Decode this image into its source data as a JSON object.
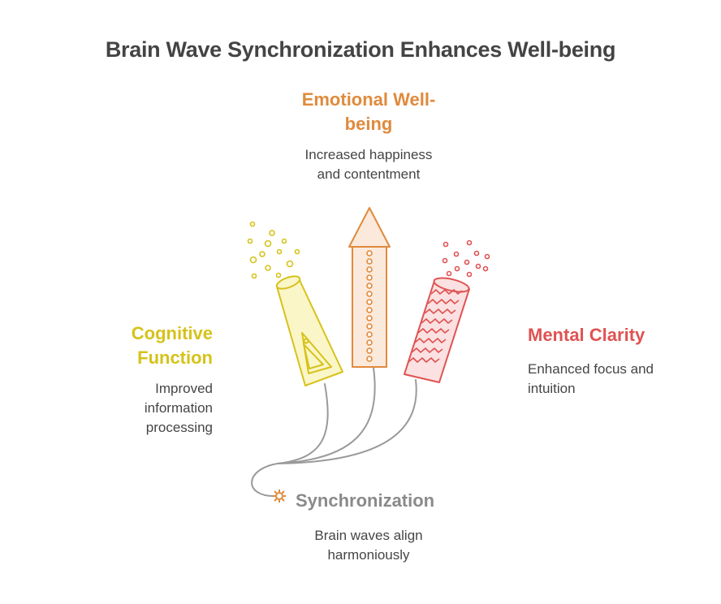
{
  "title": "Brain Wave Synchronization Enhances Well-being",
  "colors": {
    "emotional": "#e08a3c",
    "cognitive": "#d6c21a",
    "mental": "#e05252",
    "synchronization": "#888888",
    "fuse": "#999999"
  },
  "nodes": {
    "emotional": {
      "heading_line1": "Emotional Well-",
      "heading_line2": "being",
      "desc_line1": "Increased happiness",
      "desc_line2": "and contentment"
    },
    "cognitive": {
      "heading_line1": "Cognitive",
      "heading_line2": "Function",
      "desc_line1": "Improved",
      "desc_line2": "information",
      "desc_line3": "processing"
    },
    "mental": {
      "heading": "Mental Clarity",
      "desc_line1": "Enhanced focus and",
      "desc_line2": "intuition"
    },
    "synchronization": {
      "heading": "Synchronization",
      "desc_line1": "Brain waves align",
      "desc_line2": "harmoniously"
    }
  }
}
